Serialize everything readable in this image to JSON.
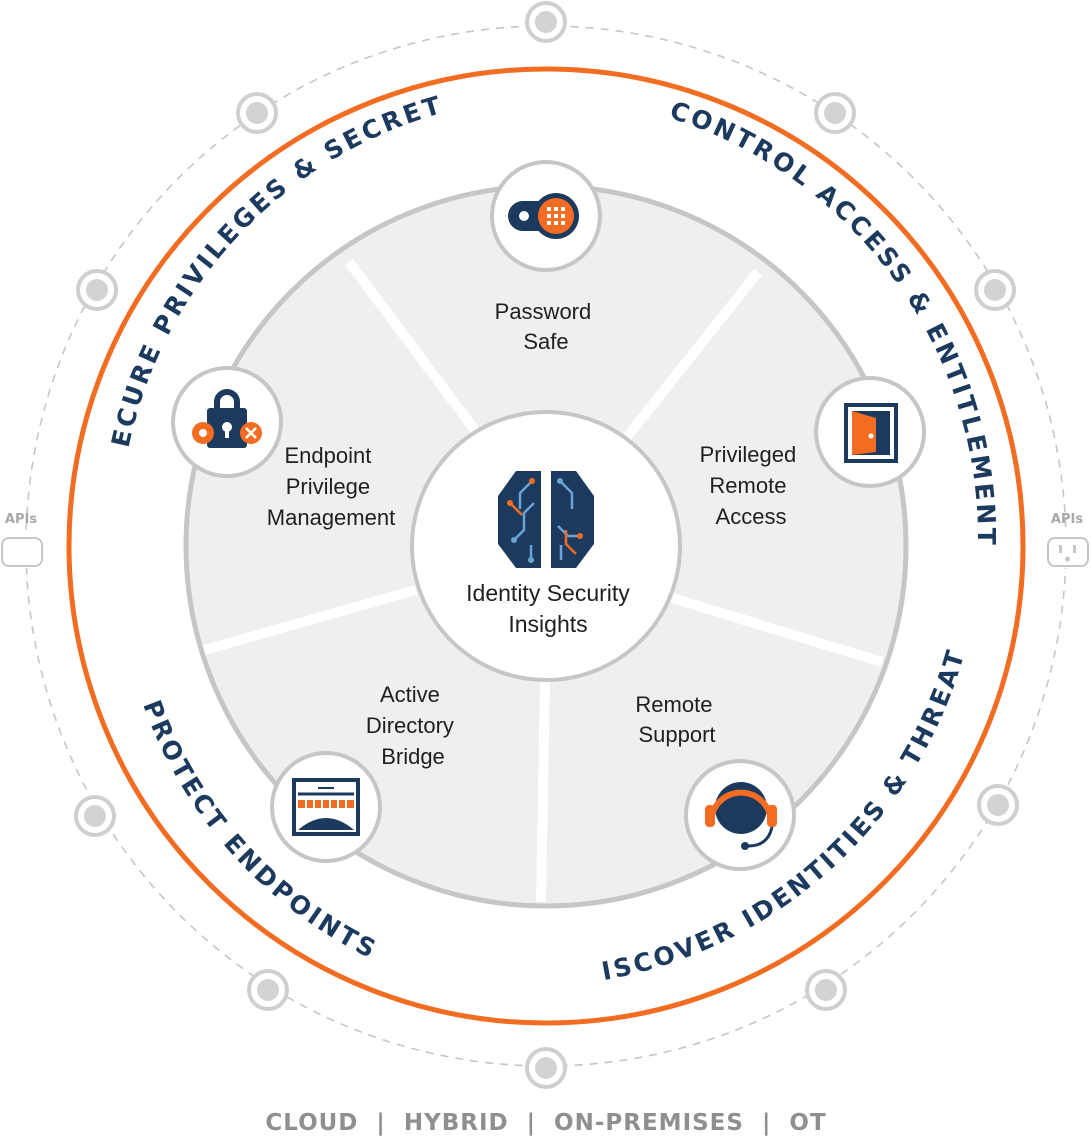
{
  "center": {
    "line1": "Identity Security",
    "line2": "Insights",
    "icon": "brain-circuit-icon"
  },
  "segments": [
    {
      "id": "password-safe",
      "lines": [
        "Password",
        "Safe"
      ],
      "icon": "password-safe-icon"
    },
    {
      "id": "privileged-remote-access",
      "lines": [
        "Privileged",
        "Remote",
        "Access"
      ],
      "icon": "door-icon"
    },
    {
      "id": "remote-support",
      "lines": [
        "Remote",
        "Support"
      ],
      "icon": "headset-icon"
    },
    {
      "id": "active-directory-bridge",
      "lines": [
        "Active",
        "Directory",
        "Bridge"
      ],
      "icon": "bridge-icon"
    },
    {
      "id": "endpoint-privilege-management",
      "lines": [
        "Endpoint",
        "Privilege",
        "Management"
      ],
      "icon": "lock-icon"
    }
  ],
  "pillars": {
    "secure": "SECURE PRIVILEGES & SECRETS",
    "control": "CONTROL ACCESS & ENTITLEMENT",
    "discover": "DISCOVER IDENTITIES & THREATS",
    "protect": "PROTECT ENDPOINTS"
  },
  "apis": {
    "left": "APIs",
    "right": "APIs"
  },
  "footer": "CLOUD  |  HYBRID  |  ON-PREMISES  |  OT",
  "colors": {
    "navy": "#1c3a5e",
    "orange": "#f26c21",
    "wheel": "#efefef",
    "wheel_border": "#c6c6c6",
    "connector": "#d0d0d0"
  }
}
